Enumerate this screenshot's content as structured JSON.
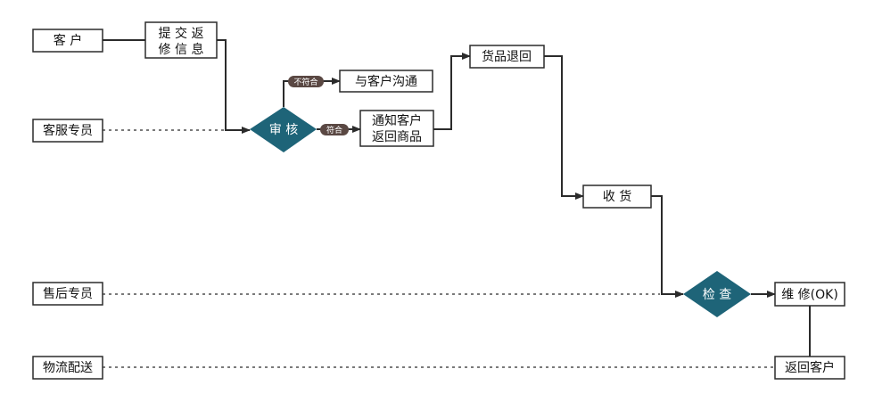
{
  "colors": {
    "line": "#2b2b2b",
    "box_border": "#2b2b2b",
    "diamond_fill": "#1e6478",
    "pill_fill": "#5a4843"
  },
  "actors": {
    "customer": "客    户",
    "service_staff": "客服专员",
    "after_sales_staff": "售后专员",
    "logistics": "物流配送"
  },
  "steps": {
    "submit_line1": "提 交 返",
    "submit_line2": "修 信 息",
    "review": "审  核",
    "communicate": "与客户沟通",
    "notify_line1": "通知客户",
    "notify_line2": "返回商品",
    "goods_return": "货品退回",
    "receive": "收    货",
    "inspect": "检  查",
    "repair": "维 修(OK)",
    "return_customer": "返回客户"
  },
  "conditions": {
    "not_ok": "不符合",
    "ok": "符合"
  }
}
